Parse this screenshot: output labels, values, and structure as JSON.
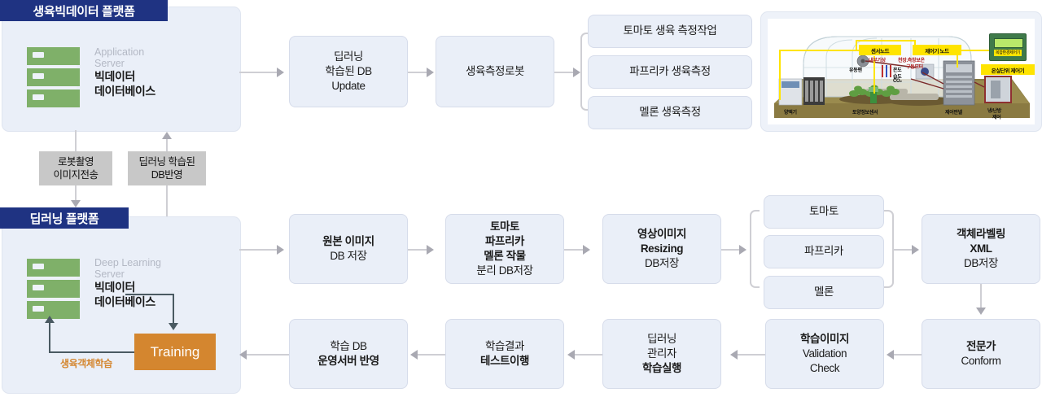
{
  "platforms": [
    {
      "id": "growth-bigdata",
      "title": "생육빅데이터 플랫폼",
      "server": {
        "sub_line1": "Application",
        "sub_line2": "Server",
        "main_line1": "빅데이터",
        "main_line2": "데이터베이스"
      }
    },
    {
      "id": "deep-learning",
      "title": "딥러닝 플랫폼",
      "server": {
        "sub_line1": "Deep Learning",
        "sub_line2": "Server",
        "main_line1": "빅데이터",
        "main_line2": "데이터베이스"
      },
      "training_box": "Training",
      "training_label": "생육객체학습"
    }
  ],
  "notes": [
    {
      "id": "robot-image-transfer",
      "line1": "로봇촬영",
      "line2": "이미지전송"
    },
    {
      "id": "trained-db-apply",
      "line1": "딥러닝 학습된",
      "line2": "DB반영"
    }
  ],
  "top_flow": [
    {
      "id": "deeplearning-db-update",
      "lines": [
        "딥러닝",
        "학습된 DB",
        "Update"
      ],
      "bold": [
        false,
        false,
        false
      ]
    },
    {
      "id": "growth-measure-robot",
      "lines": [
        "생육측정로봇"
      ],
      "bold": [
        false
      ]
    }
  ],
  "measure_tasks": [
    {
      "id": "tomato-growth-measure-task",
      "label": "토마토 생육 측정작업"
    },
    {
      "id": "paprika-growth-measure",
      "label": "파프리카 생육측정"
    },
    {
      "id": "melon-growth-measure",
      "label": "멜론 생육측정"
    }
  ],
  "mid_flow": [
    {
      "id": "original-image-db-save",
      "lines": [
        "원본 이미지",
        "DB 저장"
      ],
      "bold": [
        true,
        false
      ]
    },
    {
      "id": "crop-split-db-save",
      "lines": [
        "토마토",
        "파프리카",
        "멜론 작물",
        "분리 DB저장"
      ],
      "bold": [
        true,
        true,
        true,
        false
      ]
    },
    {
      "id": "image-resizing-db-save",
      "lines": [
        "영상이미지",
        "Resizing",
        "DB저장"
      ],
      "bold": [
        true,
        true,
        false
      ]
    }
  ],
  "crop_group": [
    {
      "id": "crop-tomato",
      "label": "토마토"
    },
    {
      "id": "crop-paprika",
      "label": "파프리카"
    },
    {
      "id": "crop-melon",
      "label": "멜론"
    }
  ],
  "right_flow": [
    {
      "id": "object-labeling-xml",
      "lines": [
        "객체라벨링",
        "XML",
        "DB저장"
      ],
      "bold": [
        true,
        true,
        false
      ]
    },
    {
      "id": "expert-conform",
      "lines": [
        "전문가",
        "Conform"
      ],
      "bold": [
        true,
        false
      ]
    }
  ],
  "bottom_flow": [
    {
      "id": "train-db-apply-ops-server",
      "lines": [
        "학습 DB",
        "운영서버 반영"
      ],
      "bold": [
        false,
        true
      ]
    },
    {
      "id": "train-result-test",
      "lines": [
        "학습결과",
        "테스트이행"
      ],
      "bold": [
        false,
        true
      ]
    },
    {
      "id": "dl-manager-train-run",
      "lines": [
        "딥러닝",
        "관리자",
        "학습실행"
      ],
      "bold": [
        false,
        false,
        true
      ]
    },
    {
      "id": "train-image-validation-check",
      "lines": [
        "학습이미지",
        "Validation",
        "Check"
      ],
      "bold": [
        true,
        false,
        false
      ]
    }
  ],
  "greenhouse": {
    "id": "greenhouse-iot-diagram",
    "tags": [
      {
        "id": "sensor-node-tag",
        "label": "센서노드"
      },
      {
        "id": "controller-node-tag",
        "label": "제어기 노드"
      },
      {
        "id": "greenhouse-unit-controller-tag",
        "label": "온실단위 제어기"
      }
    ],
    "red_labels": [
      {
        "id": "internal-weather-label",
        "label": "내부기상"
      },
      {
        "id": "ceiling-side-insulation-motor-label-1",
        "label": "천장.측창보온"
      },
      {
        "id": "ceiling-side-insulation-motor-label-2",
        "label": "구동모터"
      }
    ],
    "sensor_items": [
      "온도",
      "습도",
      "CO₂"
    ],
    "equipment_labels": [
      {
        "id": "nutrient-supply-label",
        "label": "양액기"
      },
      {
        "id": "soil-info-sensor-label",
        "label": "토양정보센서"
      },
      {
        "id": "control-panel-label",
        "label": "제어판넬"
      },
      {
        "id": "cooling-heating-control-label-1",
        "label": "냉/난방"
      },
      {
        "id": "cooling-heating-control-label-2",
        "label": "제어"
      },
      {
        "id": "fan-label",
        "label": "유동팬"
      }
    ],
    "controller_screen_label": "복합환경제어기"
  },
  "colors": {
    "panel_bg": "#eaeff8",
    "panel_title_bg": "#1f3382",
    "server_green": "#7fb069",
    "training_orange": "#d4862f",
    "note_gray": "#c8c8c8",
    "connector_gray": "#cfcfd4",
    "dark_connector": "#4a5a62",
    "tag_yellow": "#ffe400"
  }
}
